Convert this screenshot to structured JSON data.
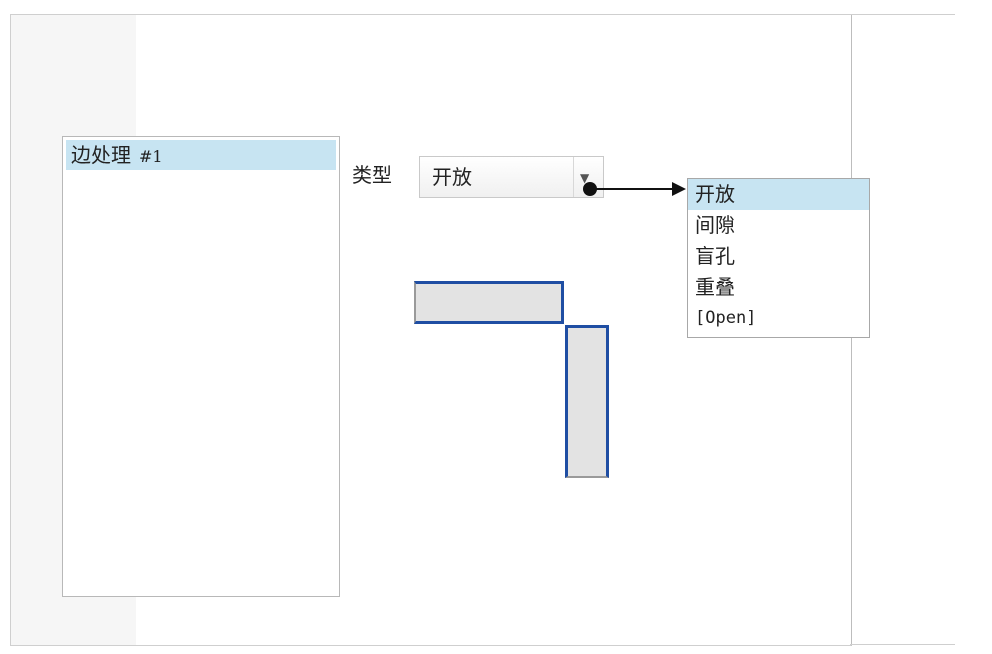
{
  "list": {
    "items": [
      {
        "label": "边处理",
        "number": "#1",
        "selected": true
      }
    ]
  },
  "type_field": {
    "label": "类型",
    "selected_value": "开放",
    "arrow_icon": "triangle-down-icon"
  },
  "dropdown": {
    "options": [
      {
        "label": "开放",
        "selected": true
      },
      {
        "label": "间隙",
        "selected": false
      },
      {
        "label": "盲孔",
        "selected": false
      },
      {
        "label": "重叠",
        "selected": false
      },
      {
        "label": "[Open]",
        "selected": false
      }
    ]
  },
  "colors": {
    "selection": "#c7e4f2",
    "edge_highlight": "#1f4ea3",
    "panel_fill": "#e3e3e3"
  }
}
